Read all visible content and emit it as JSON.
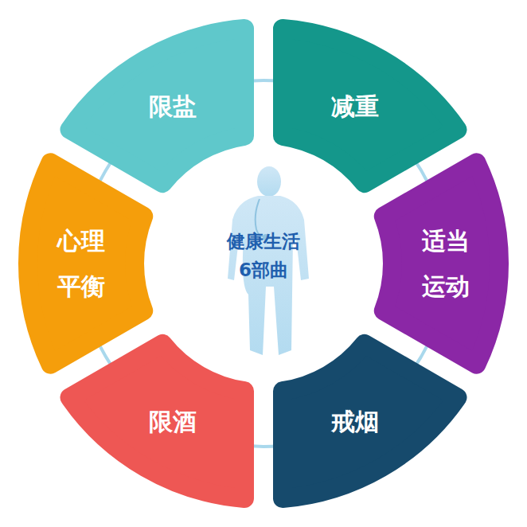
{
  "diagram": {
    "nodes": [
      {
        "text": [
          "限盐"
        ]
      },
      {
        "text": [
          "减重"
        ]
      },
      {
        "text": [
          "心理 平衡"
        ]
      },
      {
        "text": [
          "适当 运动"
        ]
      },
      {
        "text": [
          "限酒"
        ]
      },
      {
        "text": [
          "戒烟"
        ]
      }
    ],
    "labels": [
      "健康生活 6部曲"
    ]
  }
}
